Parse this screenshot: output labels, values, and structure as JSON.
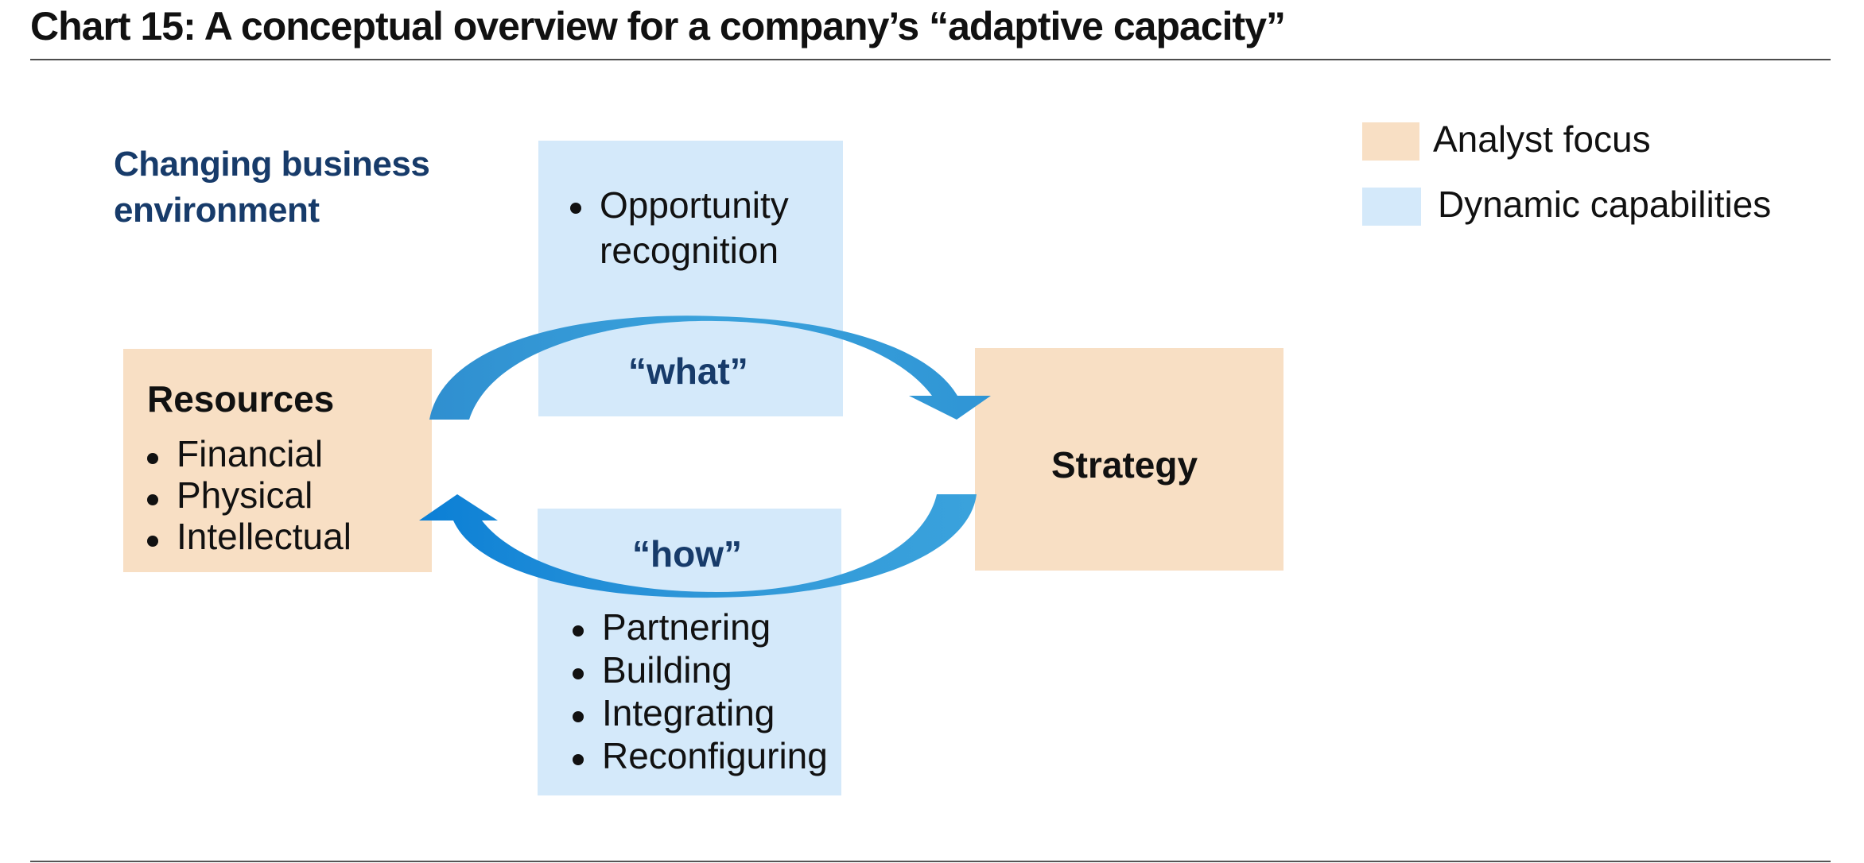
{
  "title": "Chart 15: A conceptual overview for a company’s “adaptive capacity”",
  "environment": {
    "line1": "Changing business",
    "line2": "environment"
  },
  "resources": {
    "heading": "Resources",
    "items": [
      "Financial",
      "Physical",
      "Intellectual"
    ]
  },
  "strategy": {
    "heading": "Strategy"
  },
  "what": {
    "label": "“what”",
    "items": [
      "Opportunity recognition"
    ]
  },
  "how": {
    "label": "“how”",
    "items": [
      "Partnering",
      "Building",
      "Integrating",
      "Reconfiguring"
    ]
  },
  "legend": [
    {
      "label": "Analyst focus",
      "color": "#f8dfc4"
    },
    {
      "label": "Dynamic capabilities",
      "color": "#d4e9fa"
    }
  ],
  "colors": {
    "analyst_focus": "#f8dfc4",
    "dynamic_capabilities": "#d4e9fa",
    "arrow": "#2f95d5",
    "label_text": "#173b6a"
  }
}
